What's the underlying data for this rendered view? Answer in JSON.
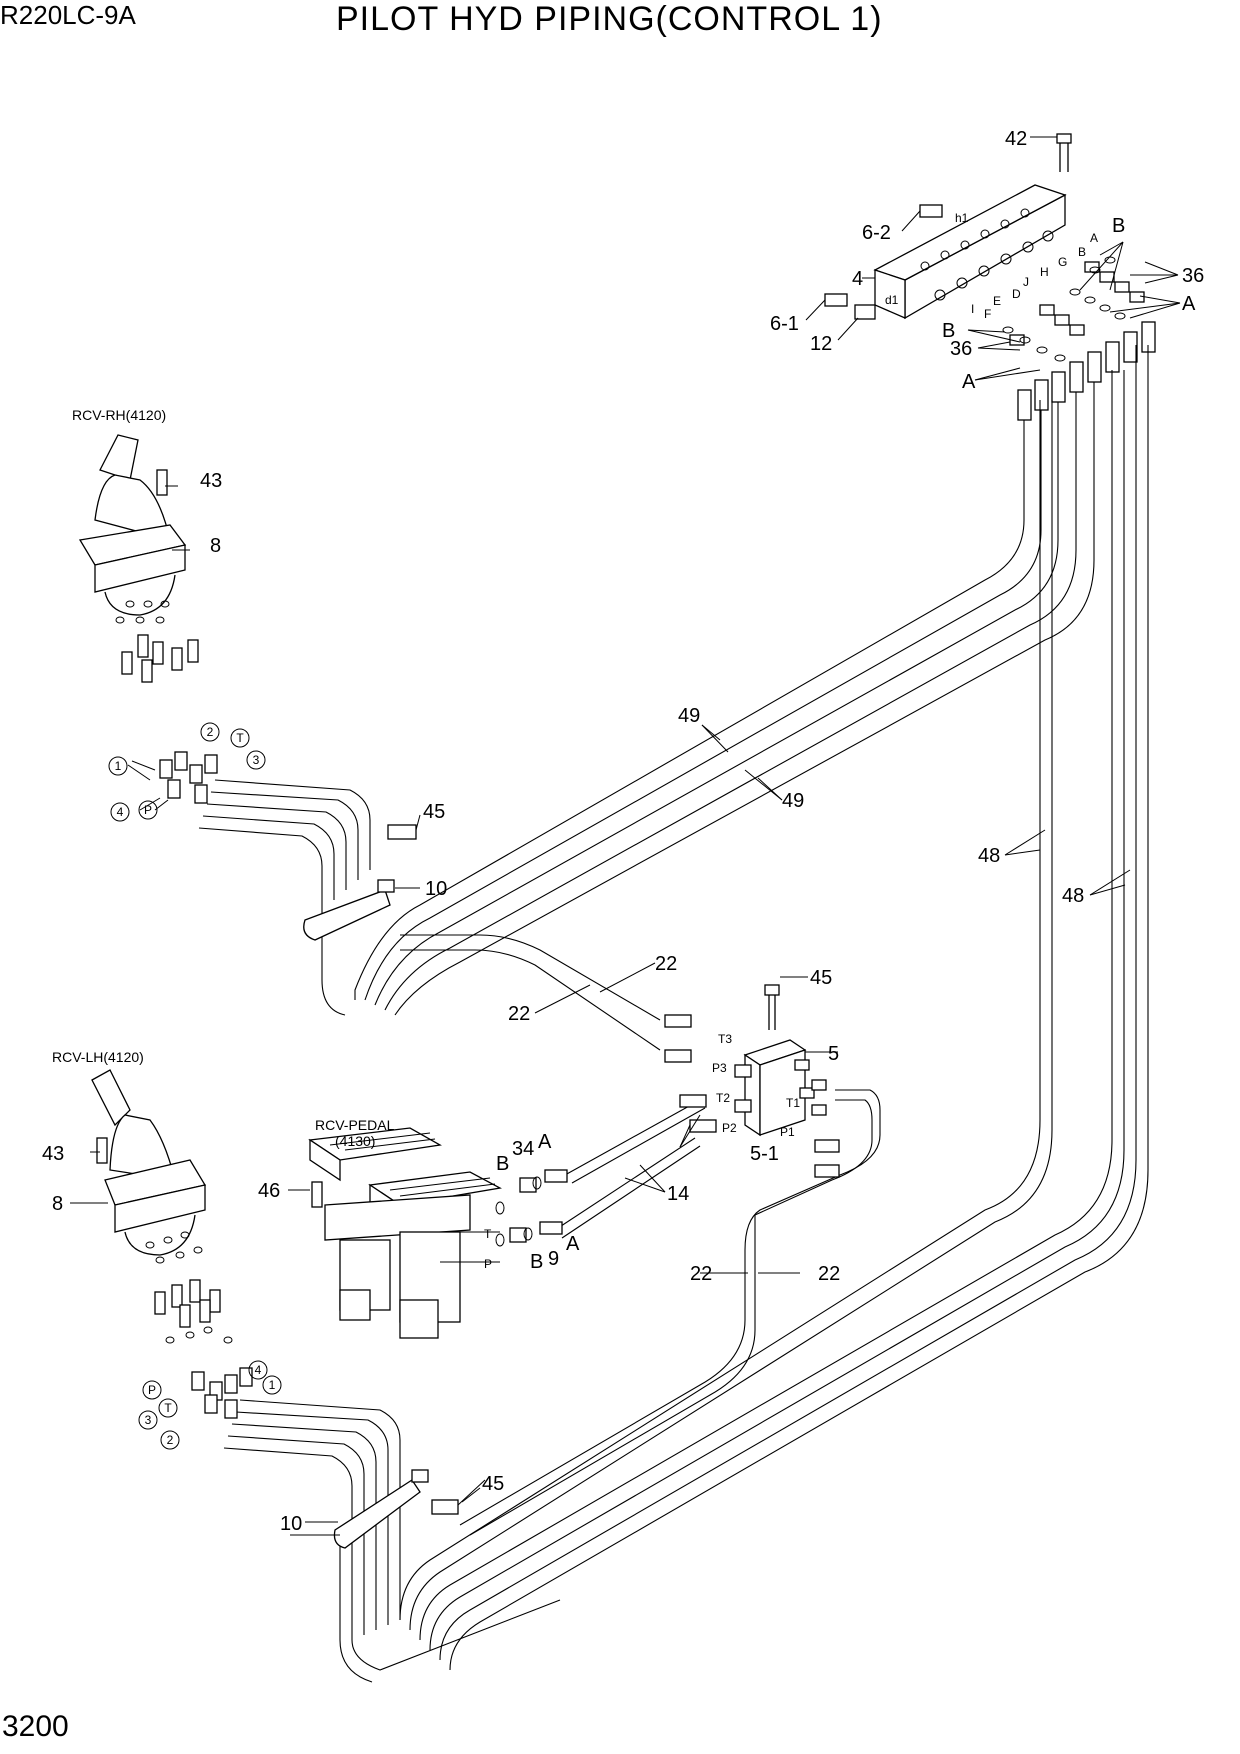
{
  "header": {
    "model": "R220LC-9A",
    "title": "PILOT HYD PIPING(CONTROL 1)"
  },
  "footer": {
    "page_number": "3200"
  },
  "assemblies": {
    "rcv_rh": "RCV-RH(4120)",
    "rcv_lh": "RCV-LH(4120)",
    "rcv_pedal": "RCV-PEDAL",
    "rcv_pedal_code": "(4130)"
  },
  "callouts": {
    "c42": "42",
    "c62": "6-2",
    "c4": "4",
    "c61": "6-1",
    "c12": "12",
    "cB1": "B",
    "c36a": "36",
    "cA1": "A",
    "cB2": "B",
    "c36b": "36",
    "cA2": "A",
    "c43a": "43",
    "c8a": "8",
    "c49a": "49",
    "c49b": "49",
    "c45a": "45",
    "c10a": "10",
    "c48a": "48",
    "c48b": "48",
    "c22a": "22",
    "c22b": "22",
    "c45b": "45",
    "c5": "5",
    "c51": "5-1",
    "c43b": "43",
    "c8b": "8",
    "c46": "46",
    "cB3": "B",
    "c34": "34",
    "cA3": "A",
    "c14": "14",
    "c9": "9",
    "cA4": "A",
    "cB4": "B",
    "c22c": "22",
    "c22d": "22",
    "c45c": "45",
    "c10b": "10"
  },
  "port_labels": {
    "h1": "h1",
    "d1": "d1",
    "A": "A",
    "B": "B",
    "G": "G",
    "H": "H",
    "J": "J",
    "D": "D",
    "E": "E",
    "F": "F",
    "I": "I",
    "T3": "T3",
    "P3": "P3",
    "T2": "T2",
    "P2": "P2",
    "T1": "T1",
    "P1": "P1",
    "T": "T",
    "P": "P"
  },
  "circled_ports": {
    "rh_1": "1",
    "rh_2": "2",
    "rh_T": "T",
    "rh_3": "3",
    "rh_4": "4",
    "rh_P": "P",
    "lh_P": "P",
    "lh_4": "4",
    "lh_1": "1",
    "lh_3": "3",
    "lh_T": "T",
    "lh_2": "2"
  }
}
